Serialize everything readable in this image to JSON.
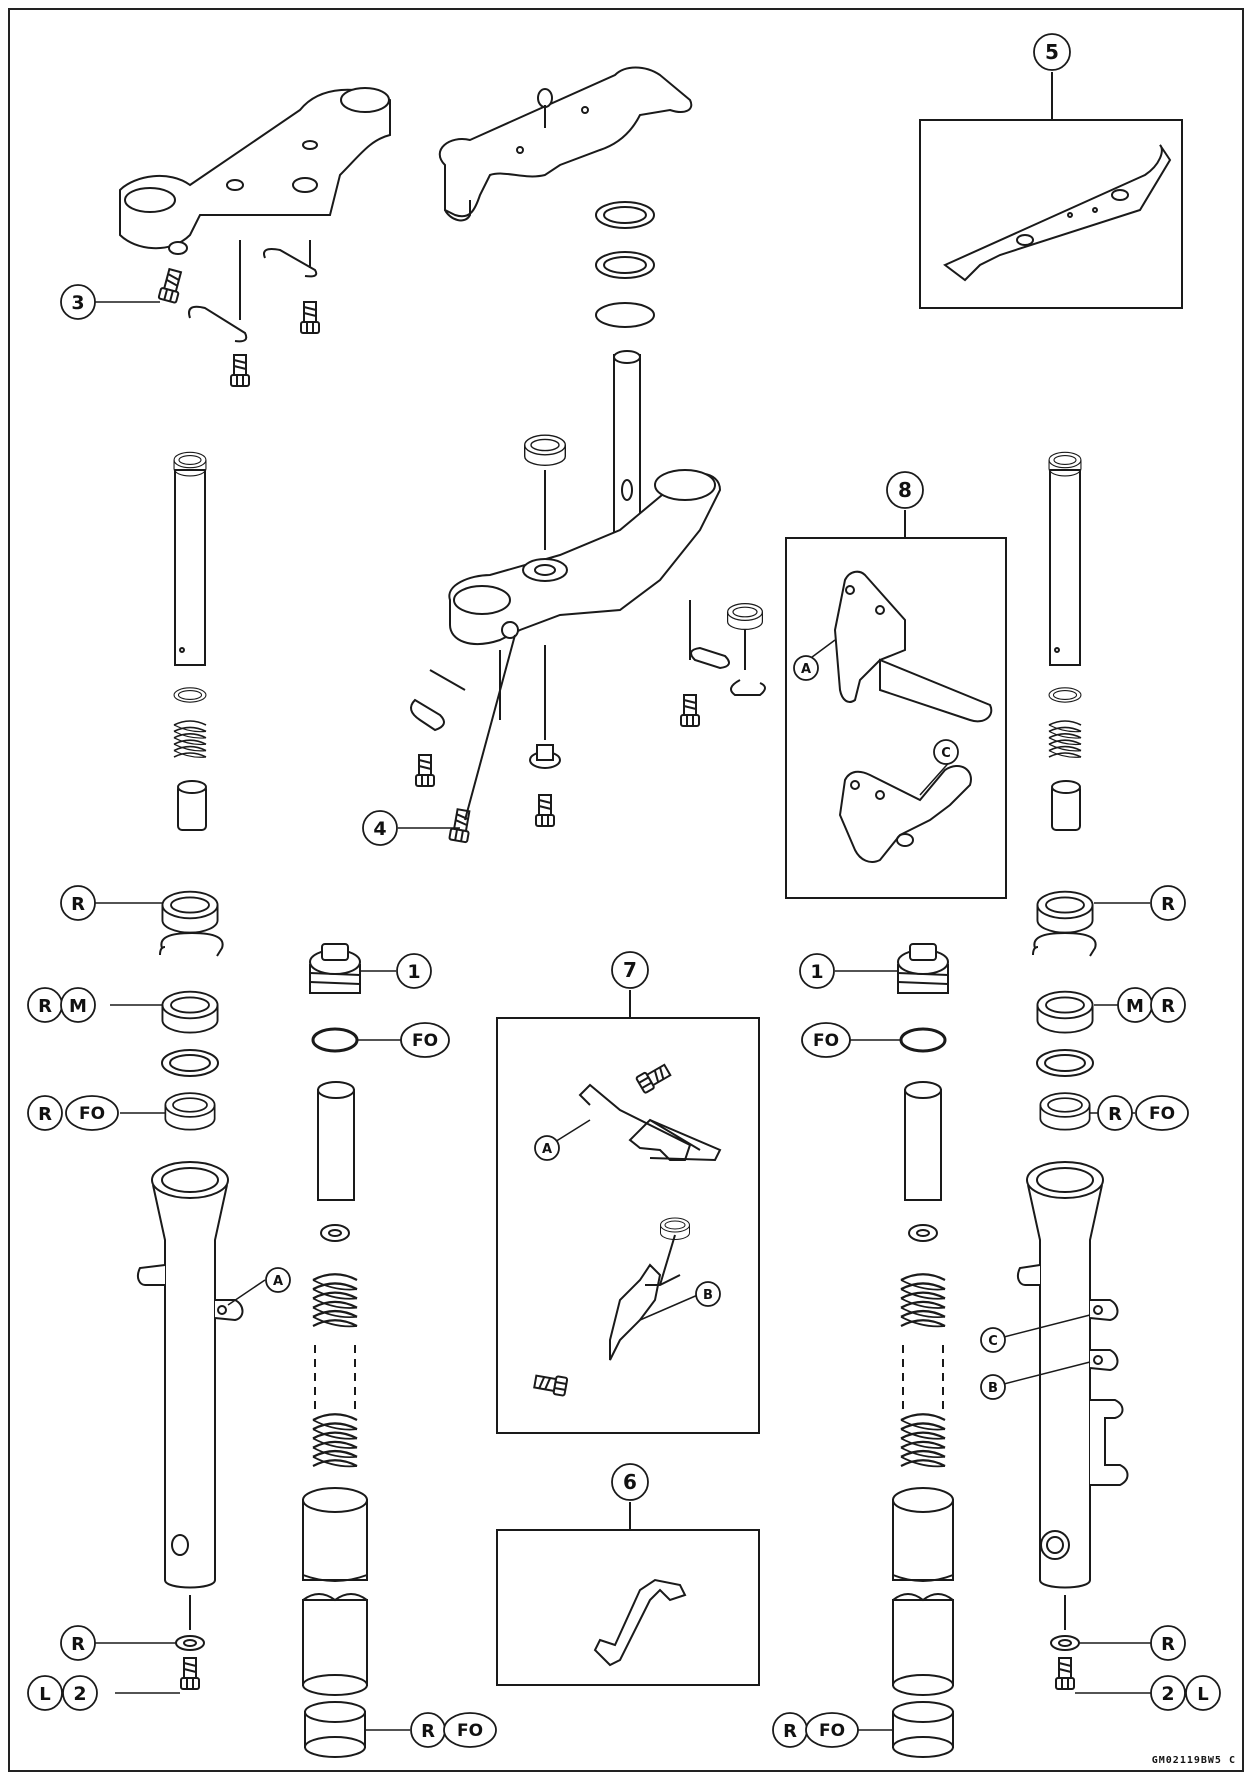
{
  "code": "GM02119BW5 C",
  "numbers": {
    "n1": "1",
    "n2": "2",
    "n3": "3",
    "n4": "4",
    "n5": "5",
    "n6": "6",
    "n7": "7",
    "n8": "8"
  },
  "letters": {
    "a": "A",
    "b": "B",
    "c": "C",
    "r": "R",
    "m": "M",
    "l": "L",
    "fo": "FO"
  },
  "colors": {
    "line": "#1a1a1a",
    "fill": "#ffffff",
    "shade": "#e6e6e6"
  }
}
